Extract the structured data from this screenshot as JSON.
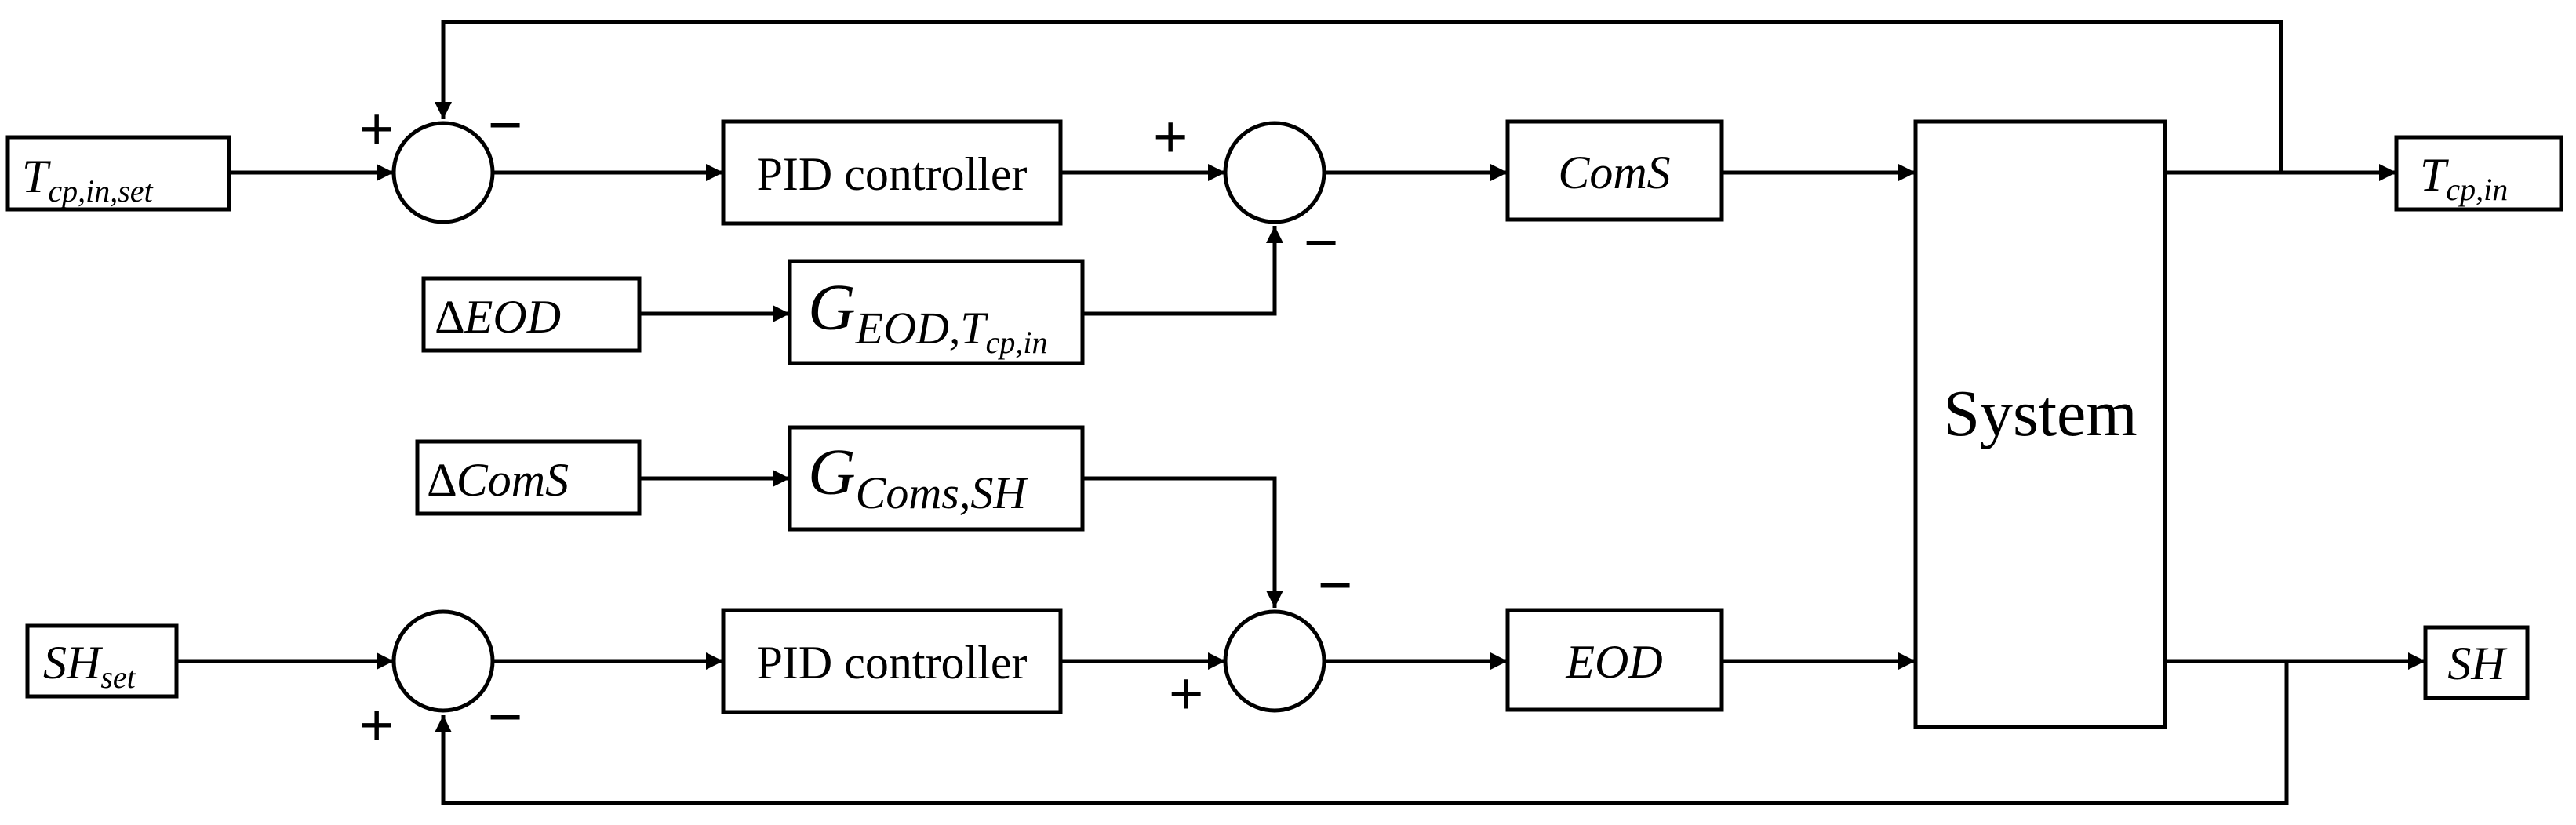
{
  "inputs": {
    "t_set": {
      "main": "T",
      "sub": "cp,in,set"
    },
    "delta_eod": {
      "delta": "∆",
      "name": "EOD"
    },
    "delta_coms": {
      "delta": "∆",
      "name": "ComS"
    },
    "sh_set": {
      "main": "SH",
      "sub": "set"
    }
  },
  "blocks": {
    "pid_top": "PID controller",
    "pid_bottom": "PID controller",
    "coms": "ComS",
    "eod": "EOD",
    "system": "System",
    "g_eod": {
      "main": "G",
      "sub": "EOD,",
      "subsub": "T",
      "subsubsub": "cp,in"
    },
    "g_coms": {
      "main": "G",
      "sub": "Coms,SH"
    }
  },
  "outputs": {
    "t_out": {
      "main": "T",
      "sub": "cp,in"
    },
    "sh_out": "SH"
  },
  "signs": {
    "plus": "+",
    "minus": "−"
  }
}
